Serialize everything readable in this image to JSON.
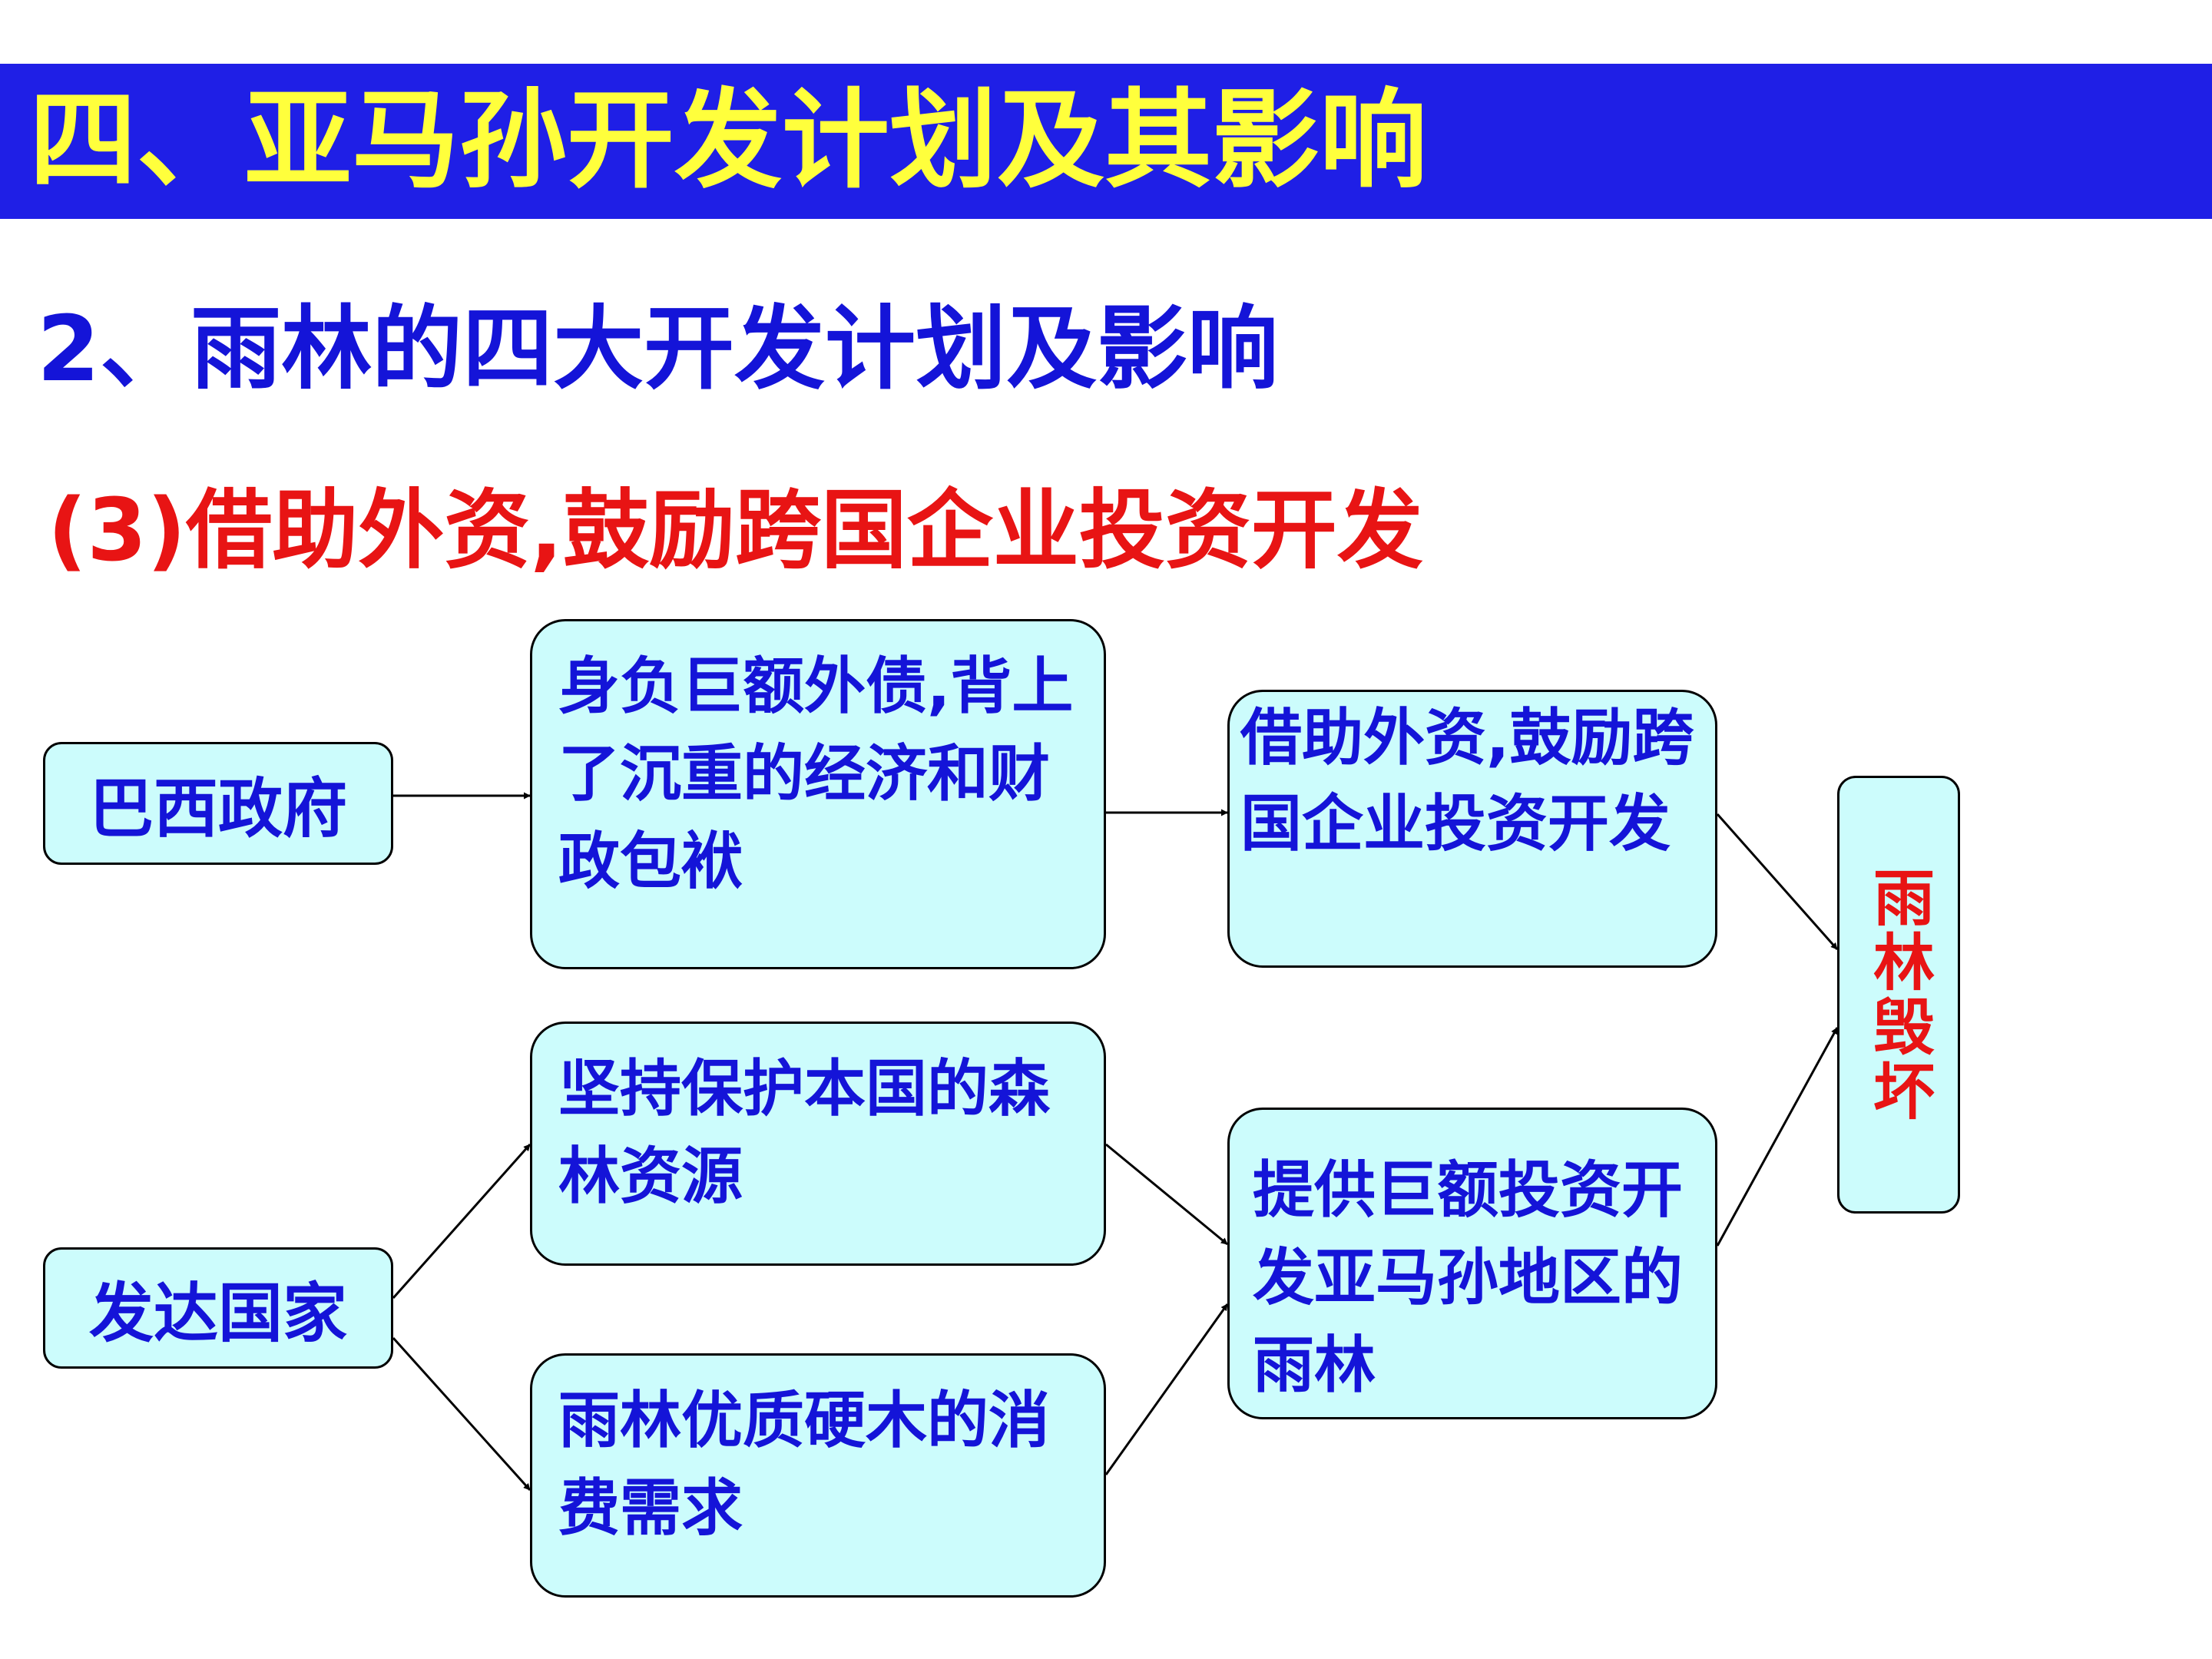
{
  "header": {
    "title": "四、亚马孙开发计划及其影响"
  },
  "subtitle": "2、雨林的四大开发计划及影响",
  "section": "(3)借助外资,鼓励跨国企业投资开发",
  "diagram": {
    "brazil_gov": "巴西政府",
    "debt": "身负巨额外债,背上了沉重的经济和财政包袱",
    "foreign_capital": "借助外资,鼓励跨国企业投资开发",
    "developed_countries": "发达国家",
    "protect_forest": "坚持保护本国的森林资源",
    "hardwood_demand": "雨林优质硬木的消费需求",
    "huge_investment": "提供巨额投资开发亚马孙地区的雨林",
    "result": "雨林毁坏"
  },
  "colors": {
    "banner": "#1f1fe6",
    "banner_text": "#ffff3c",
    "subtitle_text": "#1414d8",
    "section_text": "#e81414",
    "box_fill": "#ccfcfc",
    "box_text": "#1414d8",
    "result_text": "#e81414"
  }
}
